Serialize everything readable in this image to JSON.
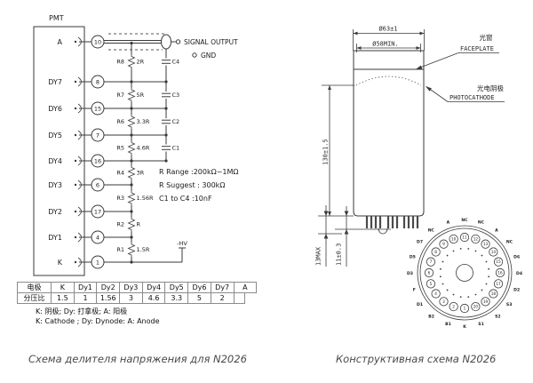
{
  "captions": {
    "left": "Схема делителя напряжения для N2026",
    "right": "Конструктивная схема N2026"
  },
  "schematic": {
    "title": "PMT",
    "output_label": "SIGNAL OUTPUT",
    "gnd_label": "GND",
    "hv_label": "-HV",
    "notes": [
      "R Range :200kΩ~1MΩ",
      "R Suggest : 300kΩ",
      "C1 to C4 :10nF"
    ],
    "electrodes": [
      {
        "name": "A",
        "pin": "10"
      },
      {
        "name": "DY7",
        "pin": "8"
      },
      {
        "name": "DY6",
        "pin": "15"
      },
      {
        "name": "DY5",
        "pin": "7"
      },
      {
        "name": "DY4",
        "pin": "16"
      },
      {
        "name": "DY3",
        "pin": "6"
      },
      {
        "name": "DY2",
        "pin": "17"
      },
      {
        "name": "DY1",
        "pin": "4"
      },
      {
        "name": "K",
        "pin": "1"
      }
    ],
    "resistors": [
      {
        "ref": "R8",
        "value": "2R"
      },
      {
        "ref": "R7",
        "value": "5R"
      },
      {
        "ref": "R6",
        "value": "3.3R"
      },
      {
        "ref": "R5",
        "value": "4.6R"
      },
      {
        "ref": "R4",
        "value": "3R"
      },
      {
        "ref": "R3",
        "value": "1.56R"
      },
      {
        "ref": "R2",
        "value": "R"
      },
      {
        "ref": "R1",
        "value": "1.5R"
      }
    ],
    "capacitors": [
      "C4",
      "C3",
      "C2",
      "C1"
    ]
  },
  "table": {
    "header_label": "电极",
    "ratio_label": "分压比",
    "electrodes": [
      "K",
      "Dy1",
      "Dy2",
      "Dy3",
      "Dy4",
      "Dy5",
      "Dy6",
      "Dy7",
      "A"
    ],
    "ratios": [
      "1.5",
      "1",
      "1.56",
      "3",
      "4.6",
      "3.3",
      "5",
      "2"
    ],
    "notes_cn": "K: 阴极; Dy: 打拿极; A: 阳极",
    "notes_en": "K: Cathode ; Dy: Dynode: A: Anode"
  },
  "construction": {
    "dim_outer": "Ø63±1",
    "dim_window": "Ø58MIN.",
    "dim_height": "130±1.5",
    "dim_pin_max": "13MAX",
    "dim_pin": "11±0.3",
    "faceplate_cn": "光窗",
    "faceplate_en": "FACEPLATE",
    "photocathode_cn": "光电阴极",
    "photocathode_en": "PHOTOCATHODE",
    "socket_pins": [
      {
        "num": "1",
        "label": "K"
      },
      {
        "num": "2",
        "label": "B1"
      },
      {
        "num": "3",
        "label": "B2"
      },
      {
        "num": "4",
        "label": "D1"
      },
      {
        "num": "5",
        "label": "F"
      },
      {
        "num": "6",
        "label": "D3"
      },
      {
        "num": "7",
        "label": "D5"
      },
      {
        "num": "8",
        "label": "D7"
      },
      {
        "num": "9",
        "label": "NC"
      },
      {
        "num": "10",
        "label": "A"
      },
      {
        "num": "11",
        "label": "NC"
      },
      {
        "num": "12",
        "label": "NC"
      },
      {
        "num": "13",
        "label": "A"
      },
      {
        "num": "14",
        "label": "NC"
      },
      {
        "num": "15",
        "label": "D6"
      },
      {
        "num": "16",
        "label": "D4"
      },
      {
        "num": "17",
        "label": "D2"
      },
      {
        "num": "18",
        "label": "S3"
      },
      {
        "num": "19",
        "label": "S2"
      },
      {
        "num": "20",
        "label": "S1"
      }
    ]
  }
}
